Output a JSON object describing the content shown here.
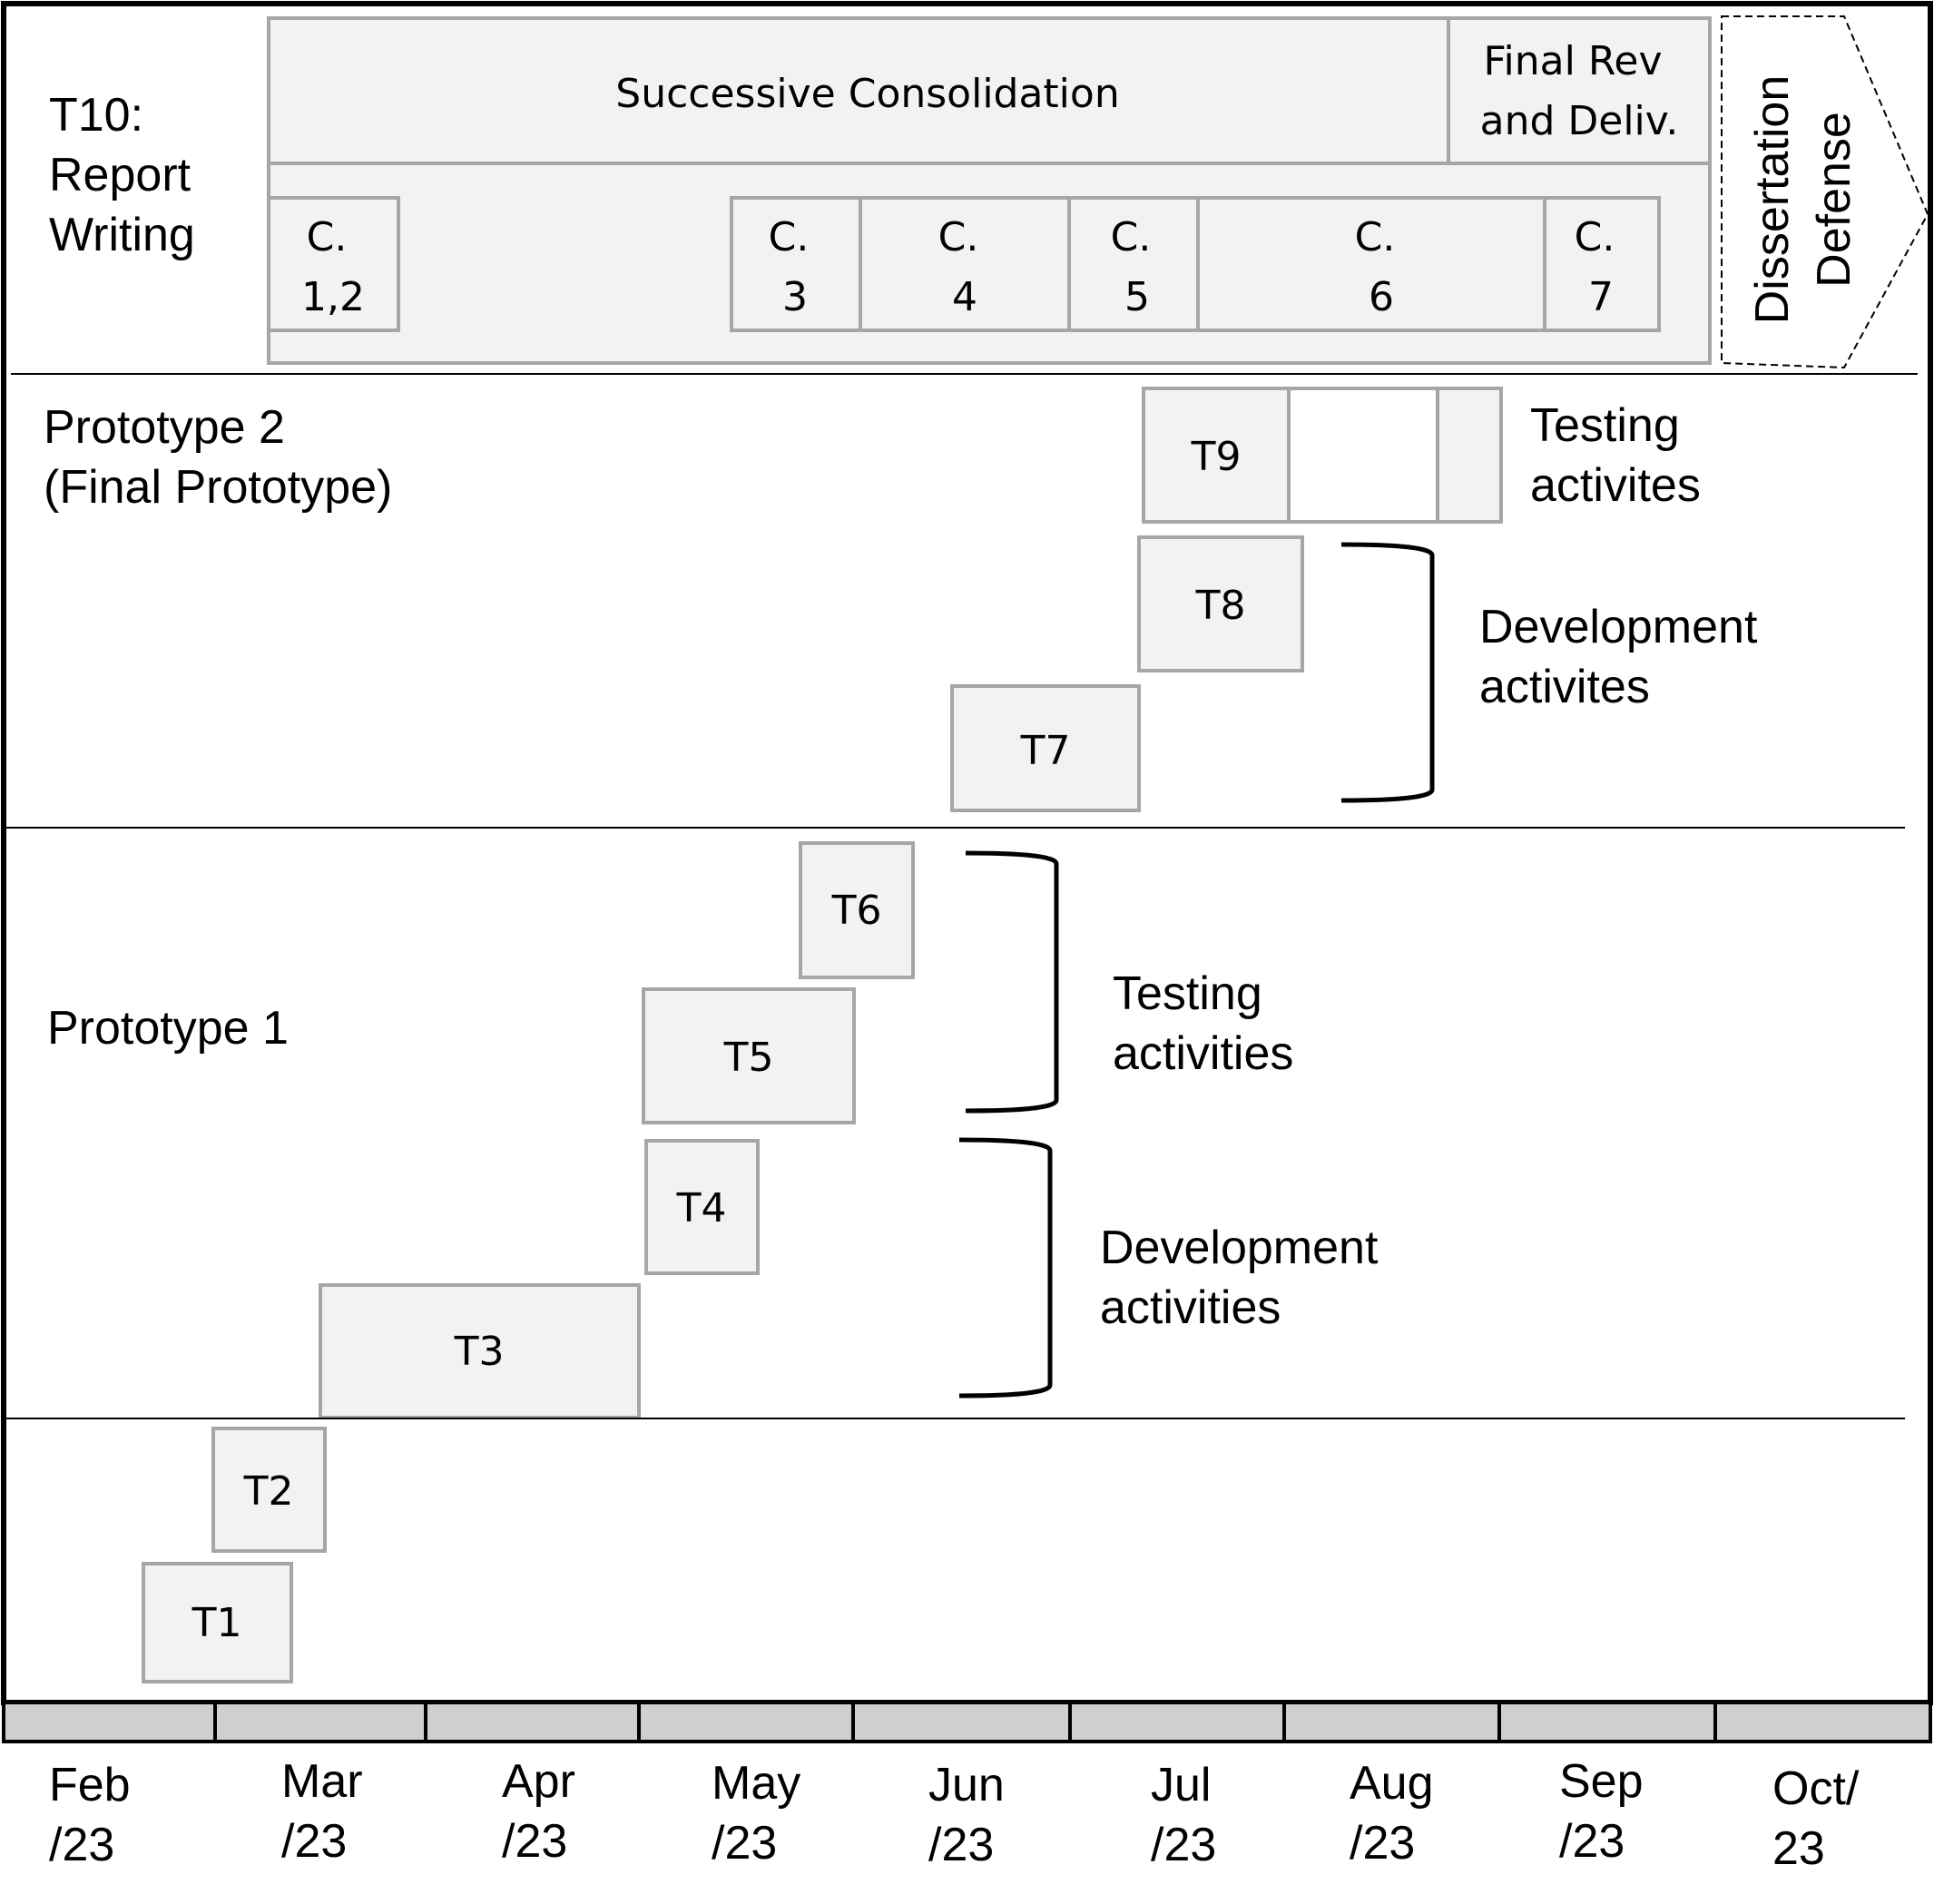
{
  "report": {
    "title_lines": [
      "T10:",
      "Report",
      "Writing"
    ],
    "consolidation": "Successive Consolidation",
    "final_rev_lines": [
      "Final Rev",
      "and Deliv."
    ],
    "defense_lines": [
      "Dissertation",
      "Defense"
    ],
    "chapters": [
      {
        "l1": "C.",
        "l2": "1,2"
      },
      {
        "l1": "C.",
        "l2": "3"
      },
      {
        "l1": "C.",
        "l2": "4"
      },
      {
        "l1": "C.",
        "l2": "5"
      },
      {
        "l1": "C.",
        "l2": "6"
      },
      {
        "l1": "C.",
        "l2": "7"
      }
    ]
  },
  "prototype2": {
    "title_lines": [
      "Prototype 2",
      "(Final Prototype)"
    ],
    "testing_lines": [
      "Testing",
      "activites"
    ],
    "development_lines": [
      "Development",
      "activites"
    ]
  },
  "prototype1": {
    "title": "Prototype 1",
    "testing_lines": [
      "Testing",
      "activities"
    ],
    "development_lines": [
      "Development",
      "activities"
    ]
  },
  "tasks": [
    "T1",
    "T2",
    "T3",
    "T4",
    "T5",
    "T6",
    "T7",
    "T8",
    "T9"
  ],
  "months": [
    {
      "l1": "Feb",
      "l2": "/23"
    },
    {
      "l1": "Mar",
      "l2": "/23"
    },
    {
      "l1": "Apr",
      "l2": "/23"
    },
    {
      "l1": "May",
      "l2": "/23"
    },
    {
      "l1": "Jun",
      "l2": "/23"
    },
    {
      "l1": "Jul",
      "l2": "/23"
    },
    {
      "l1": "Aug",
      "l2": "/23"
    },
    {
      "l1": "Sep",
      "l2": "/23"
    },
    {
      "l1": "Oct/",
      "l2": "23"
    }
  ]
}
